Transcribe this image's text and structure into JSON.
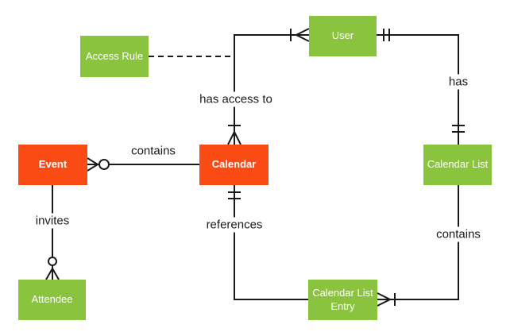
{
  "colors": {
    "entity_green": "#8AC43F",
    "entity_orange": "#FA4B15",
    "line": "#1A1A1A",
    "entity_text": "#FFFFFF",
    "label_text": "#1A1A1A",
    "background": "#FFFFFF"
  },
  "entities": {
    "access_rule": {
      "label": "Access Rule",
      "color": "#8AC43F"
    },
    "user": {
      "label": "User",
      "color": "#8AC43F"
    },
    "event": {
      "label": "Event",
      "color": "#FA4B15"
    },
    "calendar": {
      "label": "Calendar",
      "color": "#FA4B15"
    },
    "calendar_list": {
      "label": "Calendar List",
      "color": "#8AC43F"
    },
    "attendee": {
      "label": "Attendee",
      "color": "#8AC43F"
    },
    "calendar_list_entry": {
      "label": "Calendar List Entry",
      "color": "#8AC43F"
    }
  },
  "relations": {
    "has_access_to": {
      "label": "has access to",
      "from": "User",
      "to": "Calendar",
      "from_cardinality": "one-or-many",
      "to_cardinality": "one-or-many",
      "style": "solid"
    },
    "access_rule_link": {
      "label": "",
      "from": "Access Rule",
      "to": "has access to",
      "style": "dashed"
    },
    "has": {
      "label": "has",
      "from": "User",
      "to": "Calendar List",
      "from_cardinality": "exactly-one",
      "to_cardinality": "exactly-one",
      "style": "solid"
    },
    "contains_events": {
      "label": "contains",
      "from": "Calendar",
      "to": "Event",
      "to_cardinality": "zero-or-many",
      "style": "solid"
    },
    "invites": {
      "label": "invites",
      "from": "Event",
      "to": "Attendee",
      "to_cardinality": "zero-or-many",
      "style": "solid"
    },
    "references": {
      "label": "references",
      "from": "Calendar List Entry",
      "to": "Calendar",
      "to_cardinality": "exactly-one",
      "style": "solid"
    },
    "contains_entries": {
      "label": "contains",
      "from": "Calendar List",
      "to": "Calendar List Entry",
      "to_cardinality": "one-or-many",
      "style": "solid"
    }
  }
}
